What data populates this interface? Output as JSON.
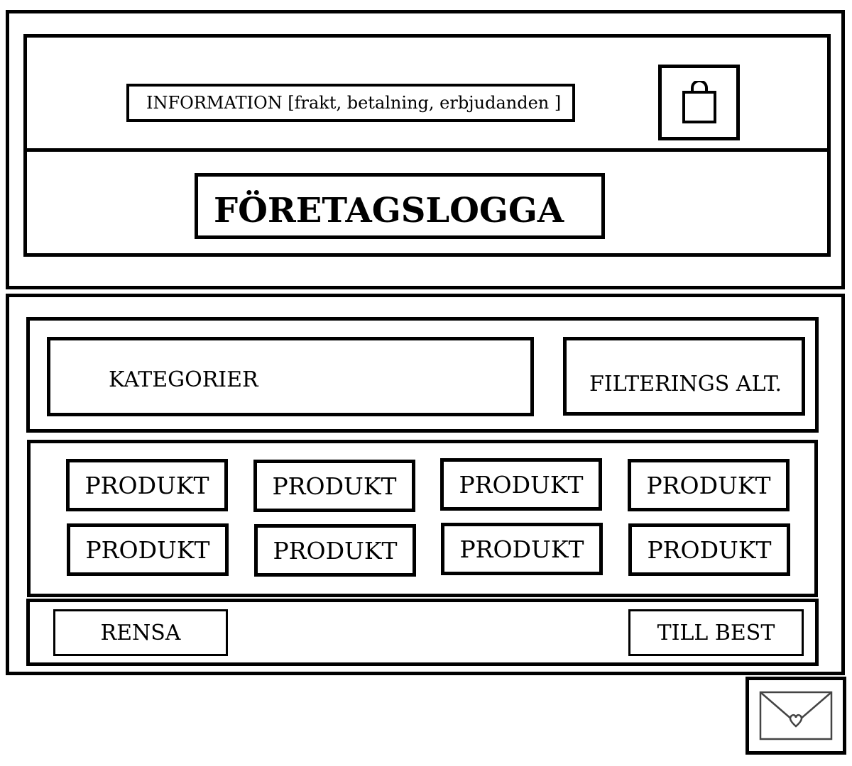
{
  "header": {
    "info_label": "INFORMATION [frakt, betalning, erbjudanden ]",
    "logo_label": "FÖRETAGSLOGGA",
    "cart_icon": "shopping-bag-icon"
  },
  "filters": {
    "categories_label": "KATEGORIER",
    "filter_label": "FILTERINGS ALT."
  },
  "products": [
    {
      "label": "PRODUKT"
    },
    {
      "label": "PRODUKT"
    },
    {
      "label": "PRODUKT"
    },
    {
      "label": "PRODUKT"
    },
    {
      "label": "PRODUKT"
    },
    {
      "label": "PRODUKT"
    },
    {
      "label": "PRODUKT"
    },
    {
      "label": "PRODUKT"
    }
  ],
  "actions": {
    "clear_label": "RENSA",
    "checkout_label": "TILL BEST"
  },
  "mail_icon": "envelope-heart-icon"
}
